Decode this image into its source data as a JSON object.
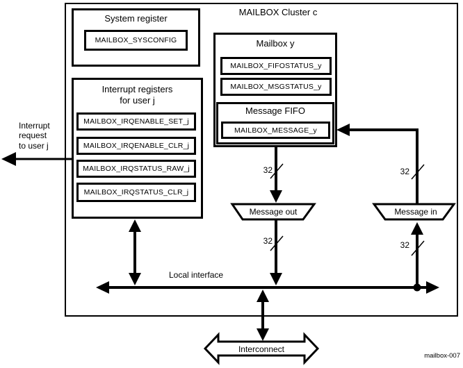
{
  "diagram": {
    "cluster_title": "MAILBOX Cluster c",
    "figure_label": "mailbox-007",
    "system_register": {
      "title": "System register",
      "register": "MAILBOX_SYSCONFIG"
    },
    "interrupt_registers": {
      "title": "Interrupt registers\nfor user j",
      "registers": [
        "MAILBOX_IRQENABLE_SET_j",
        "MAILBOX_IRQENABLE_CLR_j",
        "MAILBOX_IRQSTATUS_RAW_j",
        "MAILBOX_IRQSTATUS_CLR_j"
      ]
    },
    "mailbox": {
      "title": "Mailbox y",
      "registers": [
        "MAILBOX_FIFOSTATUS_y",
        "MAILBOX_MSGSTATUS_y"
      ],
      "message_fifo": {
        "title": "Message FIFO",
        "register": "MAILBOX_MESSAGE_y"
      }
    },
    "labels": {
      "interrupt_request": "Interrupt\nrequest\nto user j",
      "local_interface": "Local interface",
      "interconnect": "Interconnect",
      "message_out": "Message out",
      "message_in": "Message in",
      "bus_width": "32"
    }
  }
}
